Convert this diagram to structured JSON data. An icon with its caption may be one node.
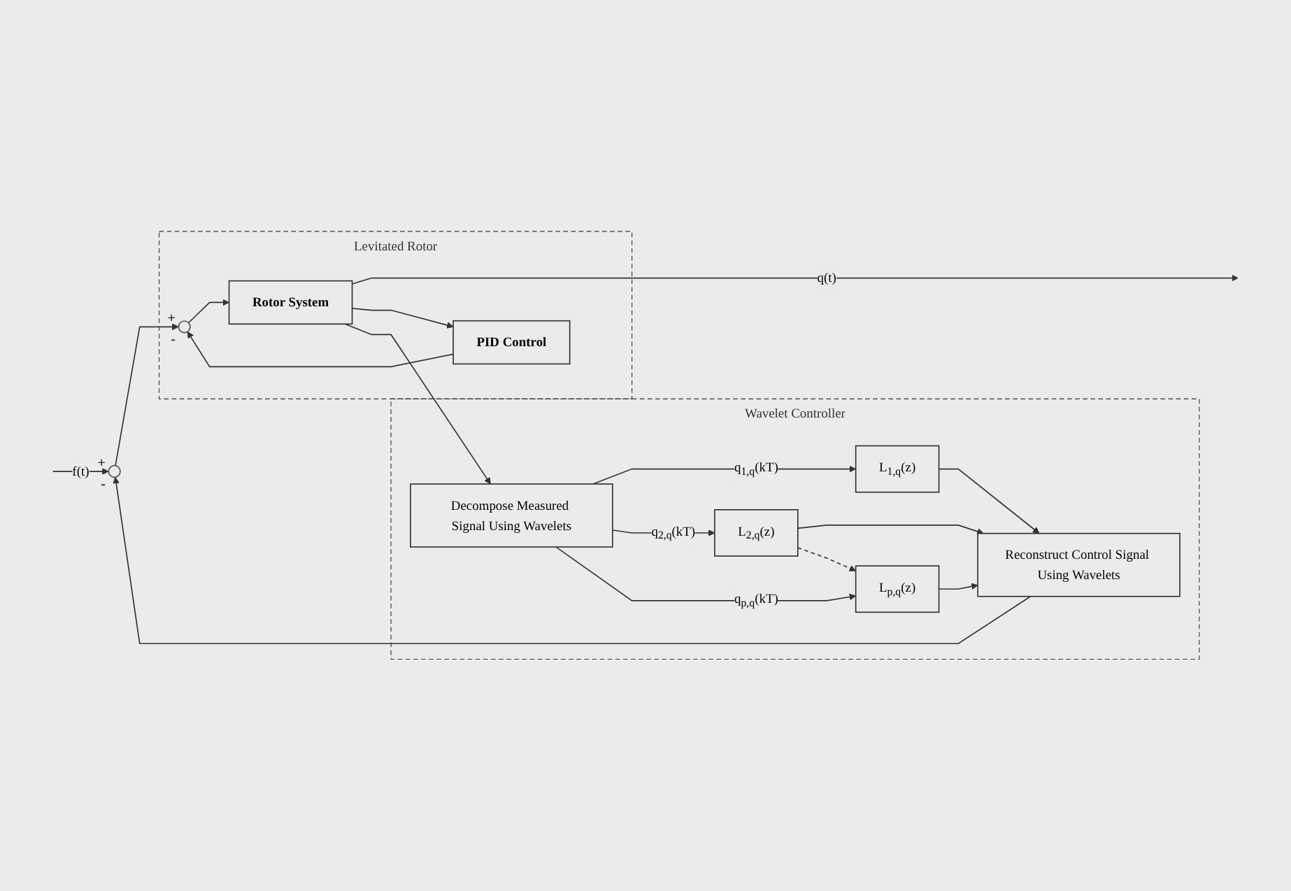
{
  "diagram": {
    "nodes": [
      {
        "text": [],
        "shape": "circle",
        "beside": [
          "+",
          "-"
        ]
      },
      {
        "text": [
          "Levitated Rotor"
        ]
      },
      {
        "text": [],
        "shape": "circle",
        "in": 1,
        "beside": [
          "+",
          "-"
        ]
      },
      {
        "text": [
          "Rotor System"
        ],
        "in": 1
      },
      {
        "text": [
          "PID Control"
        ],
        "in": 1
      },
      {
        "text": [
          "Wavelet Controller"
        ]
      },
      {
        "text": [
          "Reconstruct Control Signal Using Wavelets"
        ],
        "in": 5
      },
      {
        "text": [
          "L$_{1,q}$(z)"
        ],
        "in": 5
      },
      {
        "text": [
          "L$_{2,q}$(z)"
        ],
        "in": 5
      },
      {
        "text": [
          "L$_{p,q}$(z)"
        ],
        "in": 5
      },
      {
        "text": [
          "Decompose Measured Signal Using Wavelets"
        ],
        "in": 5
      }
    ],
    "edges": [
      {
        "from": null,
        "to": 0,
        "arrow": "to",
        "label": "f(t)"
      },
      {
        "from": 0,
        "to": 2,
        "arrow": "to"
      },
      {
        "from": 2,
        "to": 3,
        "arrow": "to"
      },
      {
        "from": 3,
        "to": null,
        "arrow": "to",
        "label": "q(t)"
      },
      {
        "from": 3,
        "to": 4,
        "arrow": "to"
      },
      {
        "from": 4,
        "to": 2,
        "arrow": "to"
      },
      {
        "from": 3,
        "to": 10,
        "arrow": "to"
      },
      {
        "from": 10,
        "to": 7,
        "arrow": "to",
        "label": "q$_{1,q}$(kT)"
      },
      {
        "from": 10,
        "to": 8,
        "arrow": "to",
        "label": "q$_{2,q}$(kT)"
      },
      {
        "from": 10,
        "to": 9,
        "arrow": "to",
        "label": "q$_{p,q}$(kT)"
      },
      {
        "from": 7,
        "to": 6,
        "arrow": "to"
      },
      {
        "from": 8,
        "to": 6,
        "arrow": "to"
      },
      {
        "from": 9,
        "to": 6,
        "arrow": "to"
      },
      {
        "from": 6,
        "to": 0,
        "arrow": "to"
      },
      {
        "from": 8,
        "to": 9,
        "arrow": "to",
        "style": "dashed"
      }
    ]
  }
}
